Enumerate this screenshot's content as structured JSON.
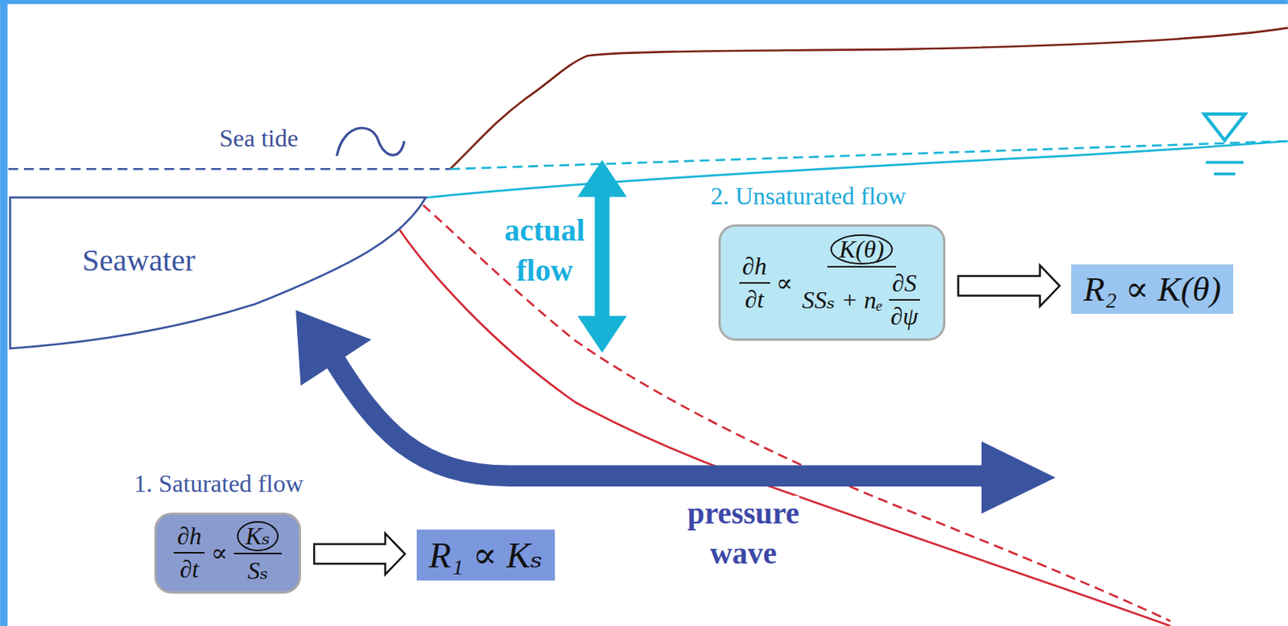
{
  "diagram": {
    "nodes": [
      {
        "text": [
          "Seawater"
        ]
      },
      {
        "text": [
          "2. Unsaturated flow",
          "∂h",
          "∂t",
          "∝",
          "K(θ)",
          "SSₛ + nₑ",
          "∂S",
          "∂ψ"
        ]
      },
      {
        "text": [
          "R₂ ∝ K(θ)"
        ]
      },
      {
        "text": [
          "1. Saturated flow",
          "∂h",
          "∂t",
          "∝",
          "Kₛ",
          "Sₛ"
        ]
      },
      {
        "text": [
          "R₁ ∝ Kₛ"
        ]
      }
    ],
    "edges": [
      {
        "from": 1,
        "to": 2,
        "arrow": "to"
      },
      {
        "from": 3,
        "to": 4,
        "arrow": "to"
      }
    ],
    "labels": [
      "Sea tide",
      "actual flow",
      "pressure wave"
    ]
  }
}
